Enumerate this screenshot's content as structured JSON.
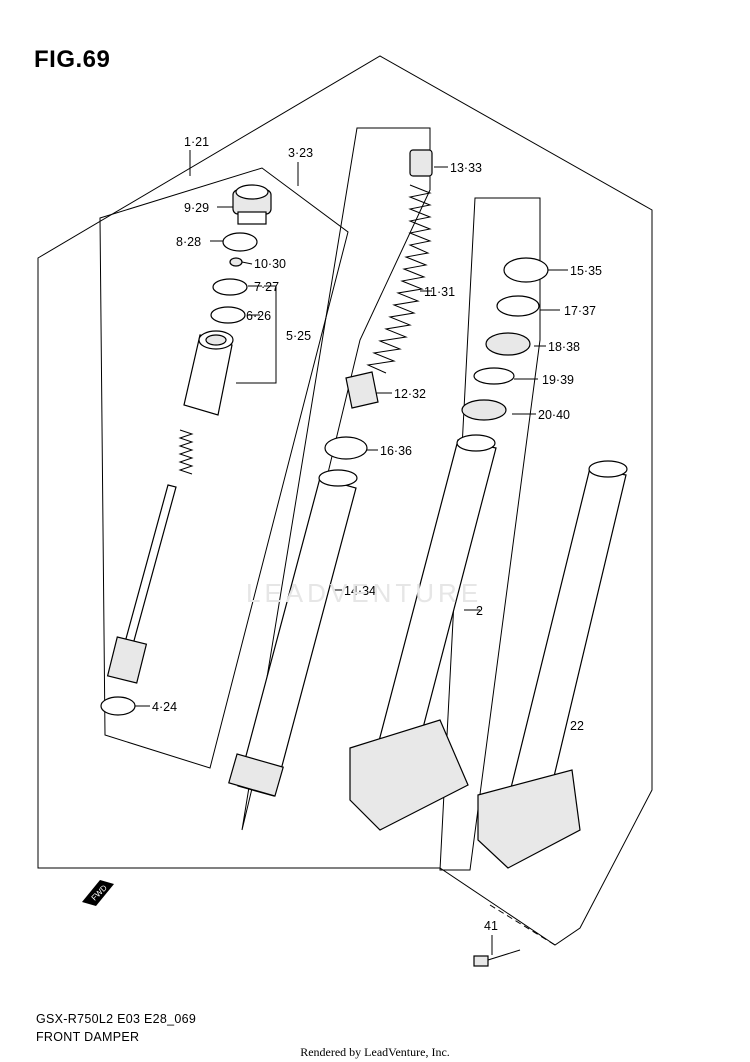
{
  "figure_title": "FIG.69",
  "model_code": "GSX-R750L2 E03 E28_069",
  "section_name": "FRONT DAMPER",
  "rendered_by": "Rendered by LeadVenture, Inc.",
  "watermark": "LEADVENTURE",
  "fwd_label": "FWD",
  "callouts": {
    "c1_21": "1·21",
    "c3_23": "3·23",
    "c9_29": "9·29",
    "c8_28": "8·28",
    "c10_30": "10·30",
    "c7_27": "7·27",
    "c6_26": "6·26",
    "c5_25": "5·25",
    "c4_24": "4·24",
    "c13_33": "13·33",
    "c11_31": "11·31",
    "c12_32": "12·32",
    "c16_36": "16·36",
    "c14_34": "14·34",
    "c15_35": "15·35",
    "c17_37": "17·37",
    "c18_38": "18·38",
    "c19_39": "19·39",
    "c20_40": "20·40",
    "c2": "2",
    "c22": "22",
    "c41": "41"
  }
}
